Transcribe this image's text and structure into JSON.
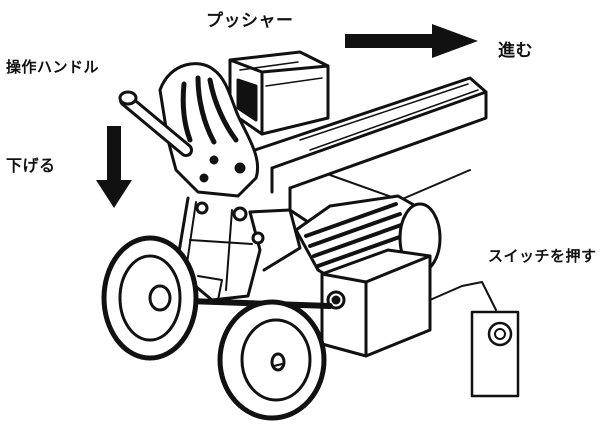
{
  "labels": {
    "pusher": "プッシャー",
    "forward": "進む",
    "operating_handle": "操作ハンドル",
    "lower": "下げる",
    "press_switch": "スイッチを押す"
  },
  "colors": {
    "ink": "#111111",
    "background": "#ffffff"
  }
}
